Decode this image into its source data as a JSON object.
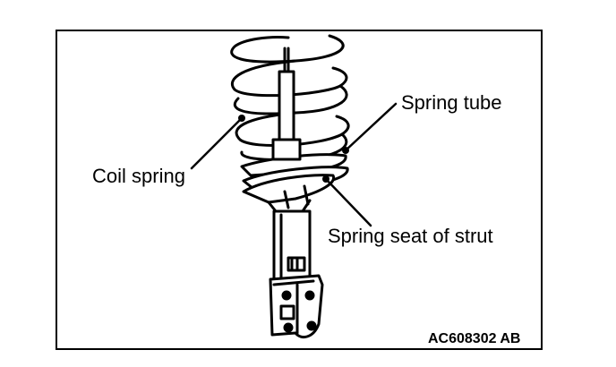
{
  "diagram": {
    "labels": {
      "coil_spring": "Coil spring",
      "spring_tube": "Spring tube",
      "spring_seat": "Spring seat of strut"
    },
    "figure_id": "AC608302 AB"
  },
  "colors": {
    "line": "#000000",
    "background": "#ffffff"
  }
}
